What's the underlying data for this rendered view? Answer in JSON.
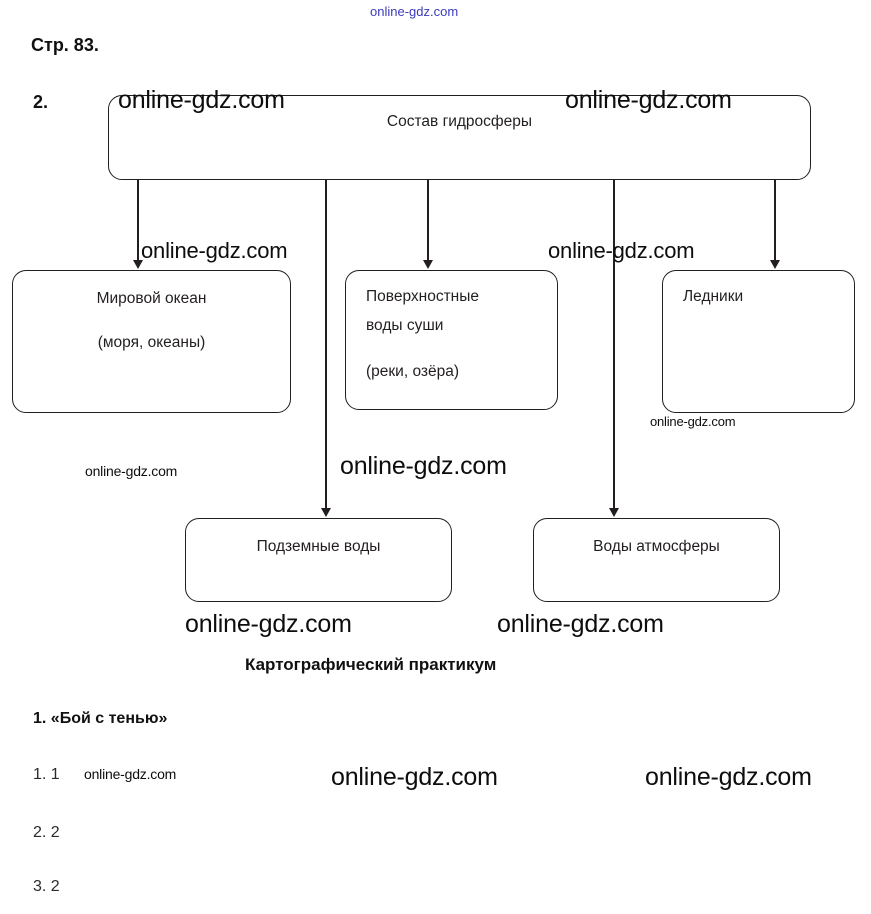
{
  "document": {
    "page_heading": "Стр. 83.",
    "task_number": "2.",
    "section_title": "Картографический практикум",
    "sub_heading": "1. «Бой с тенью»",
    "answers": [
      {
        "label": "1. 1"
      },
      {
        "label": "2. 2"
      },
      {
        "label": "3. 2"
      }
    ]
  },
  "diagram": {
    "root": {
      "label": "Состав гидросферы"
    },
    "nodes": [
      {
        "id": "world-ocean",
        "line1": "Мировой океан",
        "line2": "(моря, океаны)"
      },
      {
        "id": "surface-waters",
        "line1": "Поверхностные",
        "line2": "воды суши",
        "line3": "(реки, озёра)"
      },
      {
        "id": "glaciers",
        "line1": "Ледники"
      },
      {
        "id": "underground-waters",
        "line1": "Подземные воды"
      },
      {
        "id": "atmosphere-waters",
        "line1": "Воды атмосферы"
      }
    ]
  },
  "watermarks": {
    "text": "online-gdz.com",
    "top_text": "online-gdz.com",
    "accent_color": "#3b3bbd",
    "body_color": "#0d0d0d"
  }
}
